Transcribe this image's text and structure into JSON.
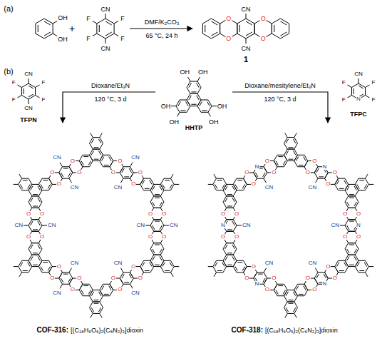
{
  "diagram": {
    "labels": [
      "(a)",
      "OH",
      "OH",
      "+",
      "CN",
      "F",
      "F",
      "F",
      "F",
      "CN",
      "DMF/K₂CO₃",
      "65 °C, 24 h",
      "O",
      "O",
      "CN",
      "CN",
      "O",
      "O",
      "1",
      "(b)",
      "Dioxane/Et₃N",
      "120 °C, 3 d",
      "Dioxane/mesitylene/Et₃N",
      "120 °C, 3 d",
      "HHTP",
      "OH",
      "OH",
      "OH",
      "OH",
      "OH",
      "OH",
      "CN",
      "F",
      "F",
      "F",
      "F",
      "CN",
      "TFPN",
      "CN",
      "F",
      "F",
      "F",
      "F",
      "N",
      "TFPC",
      "COF-316:",
      "[(C₁₈H₆O₆)₂(C₈N₂)₃]dioxin",
      "COF-318:",
      "[(C₁₈H₆O₆)₂(C₆N₂)₃]dioxin",
      "O",
      "O",
      "CN",
      "CN",
      "O",
      "O",
      "O",
      "O",
      "CN",
      "CN",
      "O",
      "O",
      "O",
      "O",
      "CN",
      "CN",
      "O",
      "O",
      "O",
      "O",
      "CN",
      "CN",
      "O",
      "O",
      "O",
      "O",
      "CN",
      "CN",
      "O",
      "O",
      "O",
      "O",
      "CN",
      "CN",
      "O",
      "O",
      "O",
      "O",
      "N",
      "CN",
      "O",
      "O",
      "O",
      "O",
      "N",
      "CN",
      "O",
      "O",
      "O",
      "O",
      "N",
      "CN",
      "O",
      "O",
      "O",
      "O",
      "N",
      "CN",
      "O",
      "O",
      "O",
      "O",
      "N",
      "CN",
      "O",
      "O",
      "O",
      "O",
      "N",
      "CN",
      "O",
      "O"
    ]
  }
}
